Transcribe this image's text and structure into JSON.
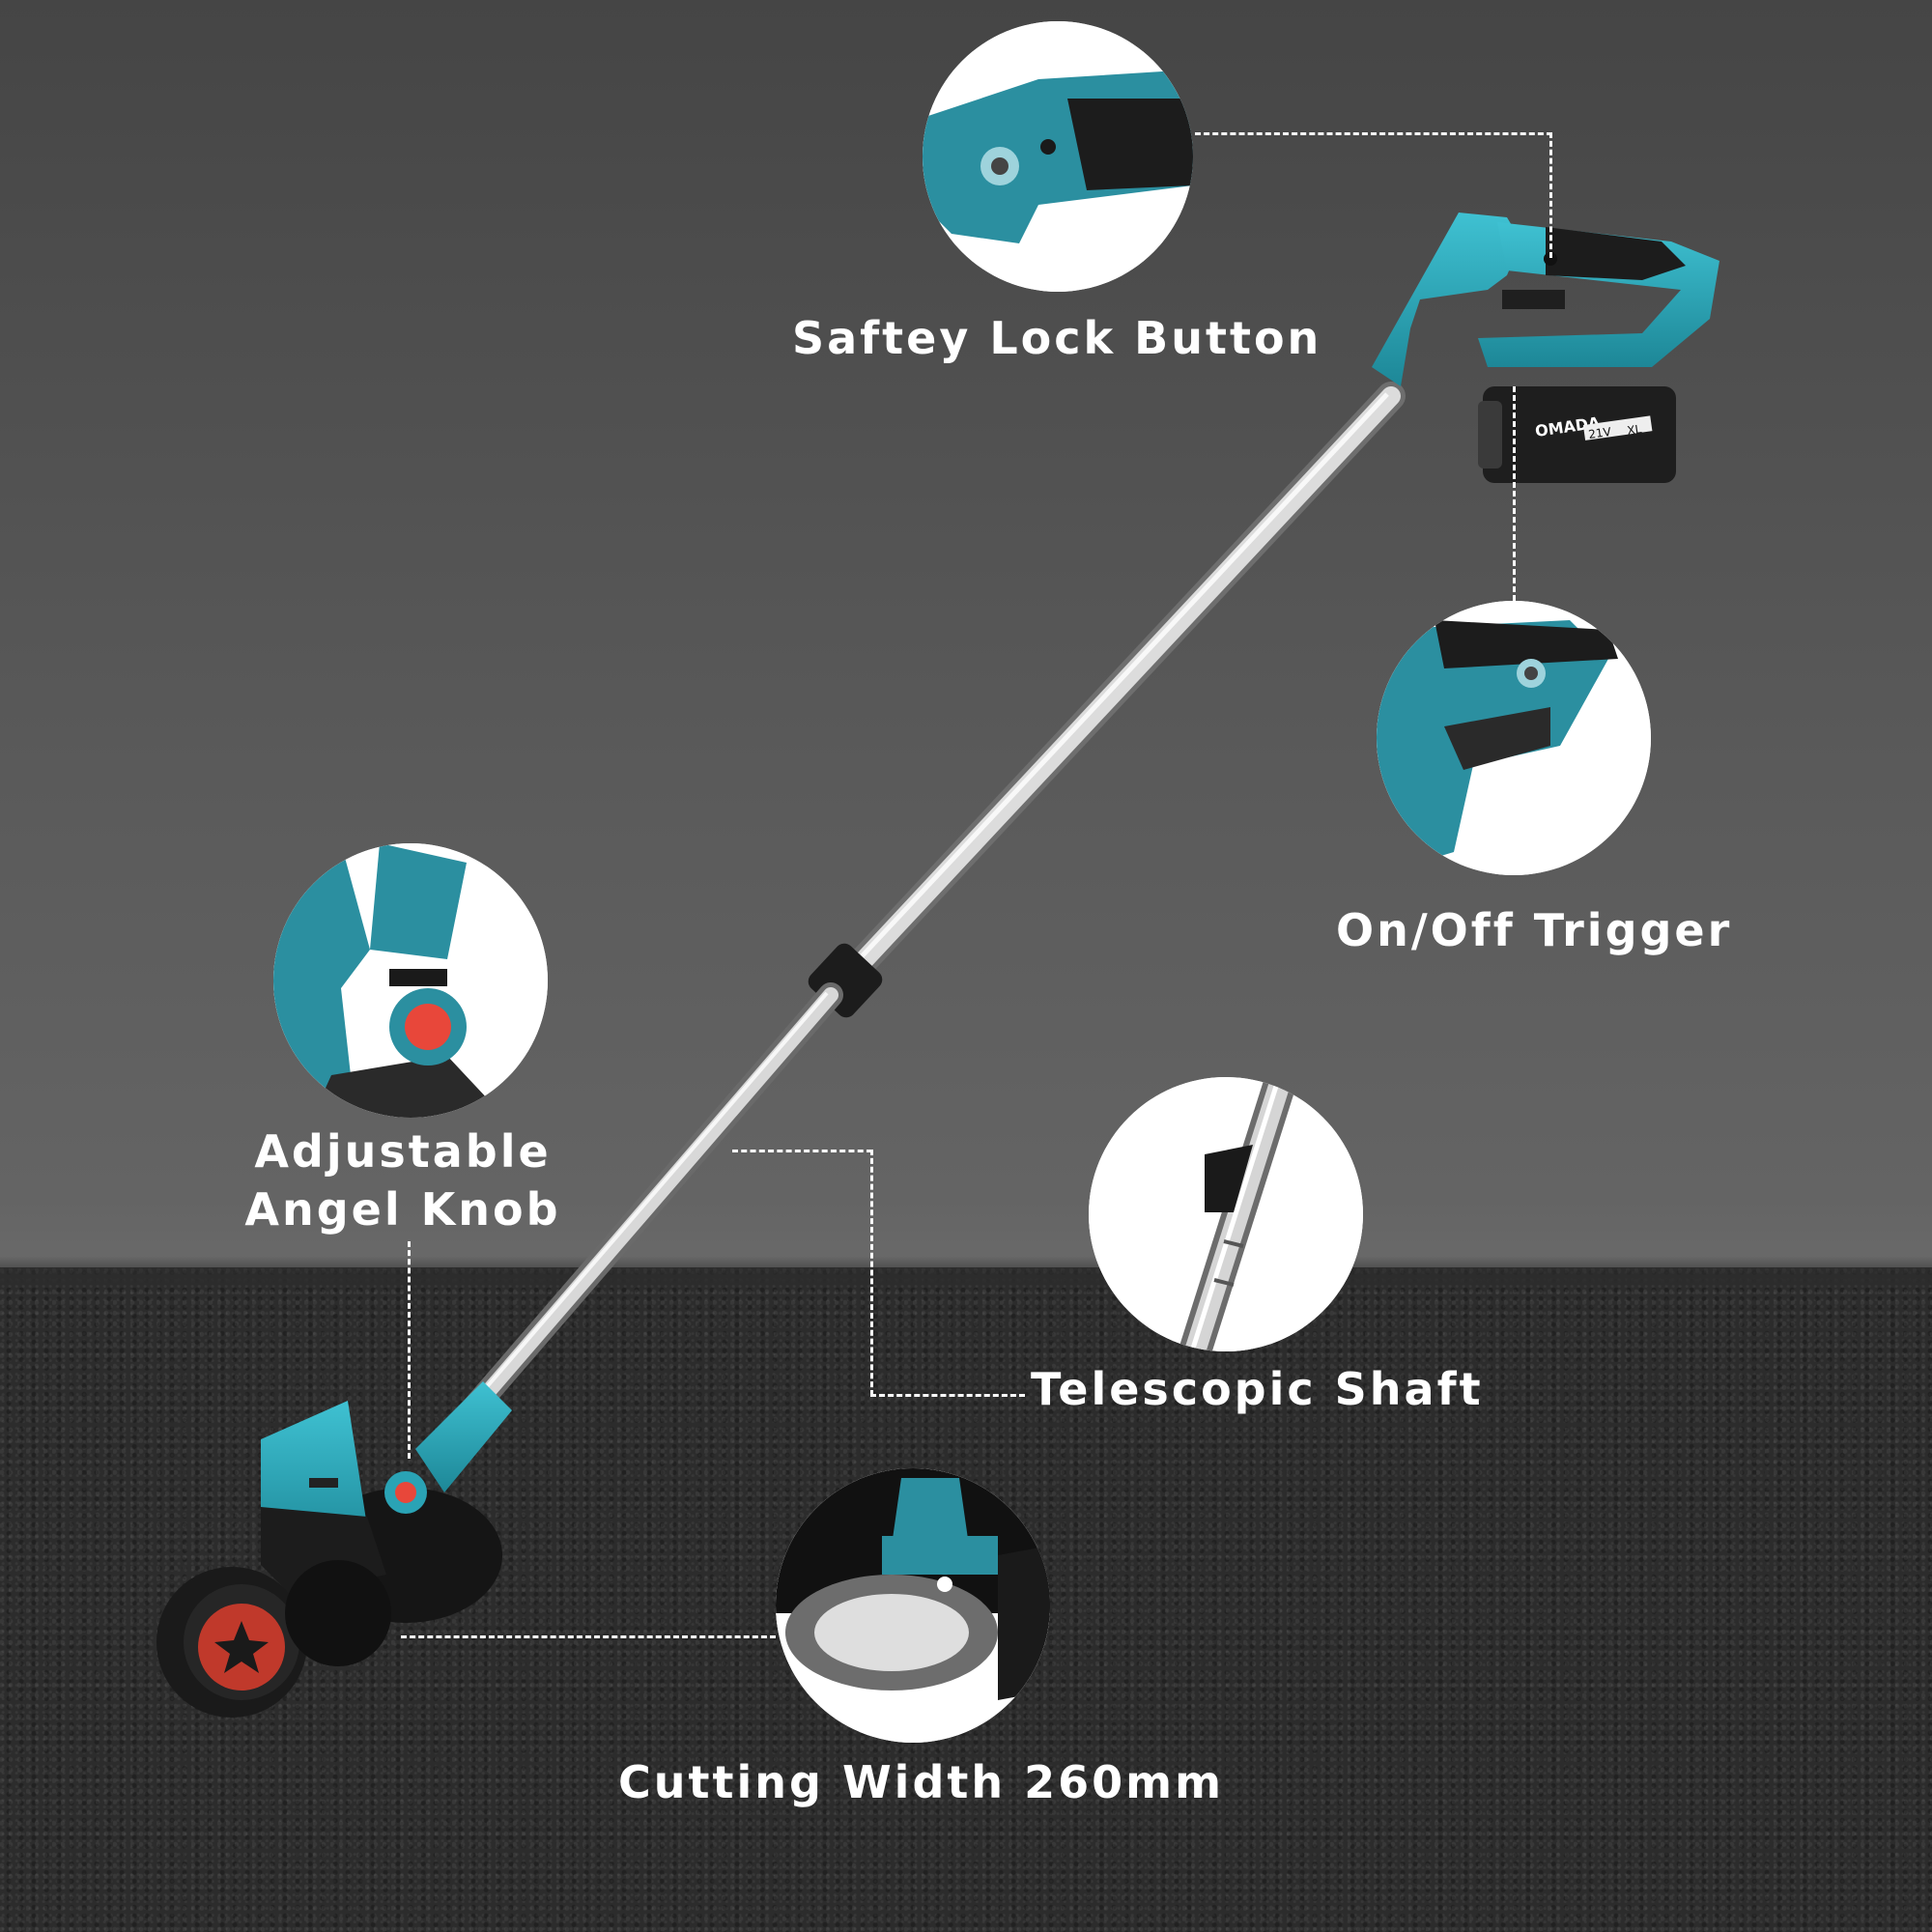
{
  "labels": {
    "safety_lock": "Saftey Lock Button",
    "trigger": "On/Off Trigger",
    "knob_line1": "Adjustable",
    "knob_line2": "Angel Knob",
    "shaft": "Telescopic Shaft",
    "cutting_width": "Cutting Width 260mm"
  },
  "battery": {
    "brand": "OMADA",
    "voltage": "21V",
    "size": "XL"
  },
  "colors": {
    "tool_teal": "#2aa3b5",
    "knob_red": "#e8473a",
    "wheel_red": "#c0392b",
    "label_text": "#ffffff"
  },
  "icons": [
    "lawn-trimmer-image",
    "battery-pack-image",
    "detail-circle-image"
  ]
}
